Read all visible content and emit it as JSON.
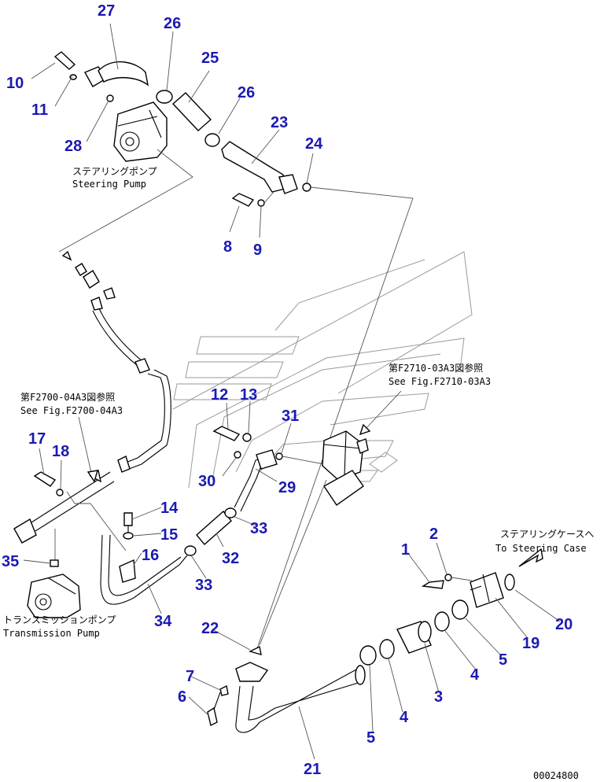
{
  "callouts": [
    {
      "id": "c27",
      "text": "27"
    },
    {
      "id": "c26a",
      "text": "26"
    },
    {
      "id": "c25",
      "text": "25"
    },
    {
      "id": "c10",
      "text": "10"
    },
    {
      "id": "c11",
      "text": "11"
    },
    {
      "id": "c26b",
      "text": "26"
    },
    {
      "id": "c23",
      "text": "23"
    },
    {
      "id": "c28",
      "text": "28"
    },
    {
      "id": "c24",
      "text": "24"
    },
    {
      "id": "c8",
      "text": "8"
    },
    {
      "id": "c9",
      "text": "9"
    },
    {
      "id": "c12",
      "text": "12"
    },
    {
      "id": "c13",
      "text": "13"
    },
    {
      "id": "c31",
      "text": "31"
    },
    {
      "id": "c17",
      "text": "17"
    },
    {
      "id": "c18",
      "text": "18"
    },
    {
      "id": "c30",
      "text": "30"
    },
    {
      "id": "c29",
      "text": "29"
    },
    {
      "id": "c14",
      "text": "14"
    },
    {
      "id": "c33a",
      "text": "33"
    },
    {
      "id": "c15",
      "text": "15"
    },
    {
      "id": "c35",
      "text": "35"
    },
    {
      "id": "c16",
      "text": "16"
    },
    {
      "id": "c32",
      "text": "32"
    },
    {
      "id": "c33b",
      "text": "33"
    },
    {
      "id": "c1",
      "text": "1"
    },
    {
      "id": "c2",
      "text": "2"
    },
    {
      "id": "c34",
      "text": "34"
    },
    {
      "id": "c22",
      "text": "22"
    },
    {
      "id": "c20",
      "text": "20"
    },
    {
      "id": "c19",
      "text": "19"
    },
    {
      "id": "c5a",
      "text": "5"
    },
    {
      "id": "c4a",
      "text": "4"
    },
    {
      "id": "c7",
      "text": "7"
    },
    {
      "id": "c6",
      "text": "6"
    },
    {
      "id": "c3",
      "text": "3"
    },
    {
      "id": "c4b",
      "text": "4"
    },
    {
      "id": "c5b",
      "text": "5"
    },
    {
      "id": "c21",
      "text": "21"
    }
  ],
  "notes": {
    "steering_pump_jp": "ステアリングポンプ",
    "steering_pump_en": "Steering Pump",
    "ref_f2710_jp": "第F2710-03A3図参照",
    "ref_f2710_en": "See Fig.F2710-03A3",
    "ref_f2700_jp": "第F2700-04A3図参照",
    "ref_f2700_en": "See Fig.F2700-04A3",
    "steering_case_jp": "ステアリングケースへ",
    "steering_case_en": "To Steering Case",
    "transmission_pump_jp": "トランスミッションポンプ",
    "transmission_pump_en": "Transmission Pump",
    "drawing_number": "00024800"
  },
  "colors": {
    "callout": "#1a1ab4",
    "line": "#000000",
    "frame": "#9a9a9a"
  }
}
